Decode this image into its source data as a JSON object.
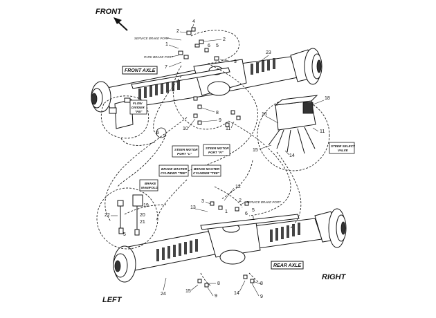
{
  "orientation": {
    "front": "FRONT",
    "left": "LEFT",
    "right": "RIGHT"
  },
  "axles": {
    "front": "FRONT AXLE",
    "rear": "REAR AXLE"
  },
  "ports": {
    "service_brake_front": "SERVICE BRAKE PORT",
    "park_brake": "PARK BRAKE PORT",
    "service_brake_rear": "SERVICE BRAKE PORT"
  },
  "callouts": {
    "flow_divider": [
      "FLOW",
      "DIVIDER",
      "\"FB\""
    ],
    "steer_motor_l": [
      "STEER MOTOR",
      "PORT \"L\""
    ],
    "steer_motor_r": [
      "STEER MOTOR",
      "PORT \"R\""
    ],
    "brake_master_l": [
      "BRAKE MASTER",
      "CYLINDER \"TEE\""
    ],
    "brake_master_r": [
      "BRAKE MASTER",
      "CYLINDER \"TEE\""
    ],
    "brake_manifold": [
      "BRAKE",
      "MANIFOLD"
    ],
    "steer_select": [
      "STEER SELECT",
      "VALVE"
    ]
  },
  "item_numbers": {
    "n1a": "1",
    "n1b": "1",
    "n1c": "1",
    "n2a": "2",
    "n2b": "2",
    "n3a": "3",
    "n3b": "3",
    "n4": "4",
    "n5a": "5",
    "n5b": "5",
    "n6a": "6",
    "n6b": "6",
    "n7": "7",
    "n8a": "8",
    "n8b": "8",
    "n8c": "8",
    "n9a": "9",
    "n9b": "9",
    "n9c": "9",
    "n10": "10",
    "n11a": "11",
    "n11b": "11",
    "n12": "12",
    "n13": "13",
    "n14a": "14",
    "n14b": "14",
    "n15a": "15",
    "n15b": "15",
    "n16": "16",
    "n18": "18",
    "n19": "19",
    "n20": "20",
    "n21": "21",
    "n22": "22",
    "n23": "23",
    "n24": "24"
  },
  "icons": {
    "front_arrow": "arrow-up-left-icon"
  }
}
